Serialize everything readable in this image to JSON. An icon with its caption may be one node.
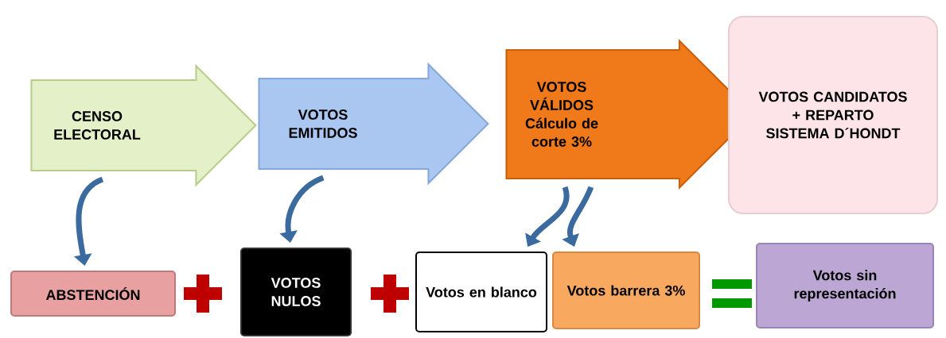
{
  "diagram": {
    "nodes": [
      {
        "text": [
          "CENSO ELECTORAL"
        ]
      },
      {
        "text": [
          "VOTOS EMITIDOS"
        ]
      },
      {
        "text": [
          "VOTOS VÁLIDOS Cálculo de corte 3%"
        ]
      },
      {
        "text": [
          "VOTOS CANDIDATOS + REPARTO SISTEMA D´HONDT"
        ]
      },
      {
        "text": [
          "ABSTENCIÓN"
        ]
      },
      {
        "text": [
          "VOTOS NULOS"
        ]
      },
      {
        "text": [
          "Votos en blanco"
        ]
      },
      {
        "text": [
          "Votos barrera 3%"
        ]
      },
      {
        "text": [
          "Votos sin representación"
        ]
      }
    ],
    "edges": [
      {
        "from": 0,
        "to": 4,
        "arrow": "to"
      },
      {
        "from": 1,
        "to": 5,
        "arrow": "to"
      },
      {
        "from": 2,
        "to": 6,
        "arrow": "to"
      },
      {
        "from": 2,
        "to": 7,
        "arrow": "to"
      }
    ]
  }
}
